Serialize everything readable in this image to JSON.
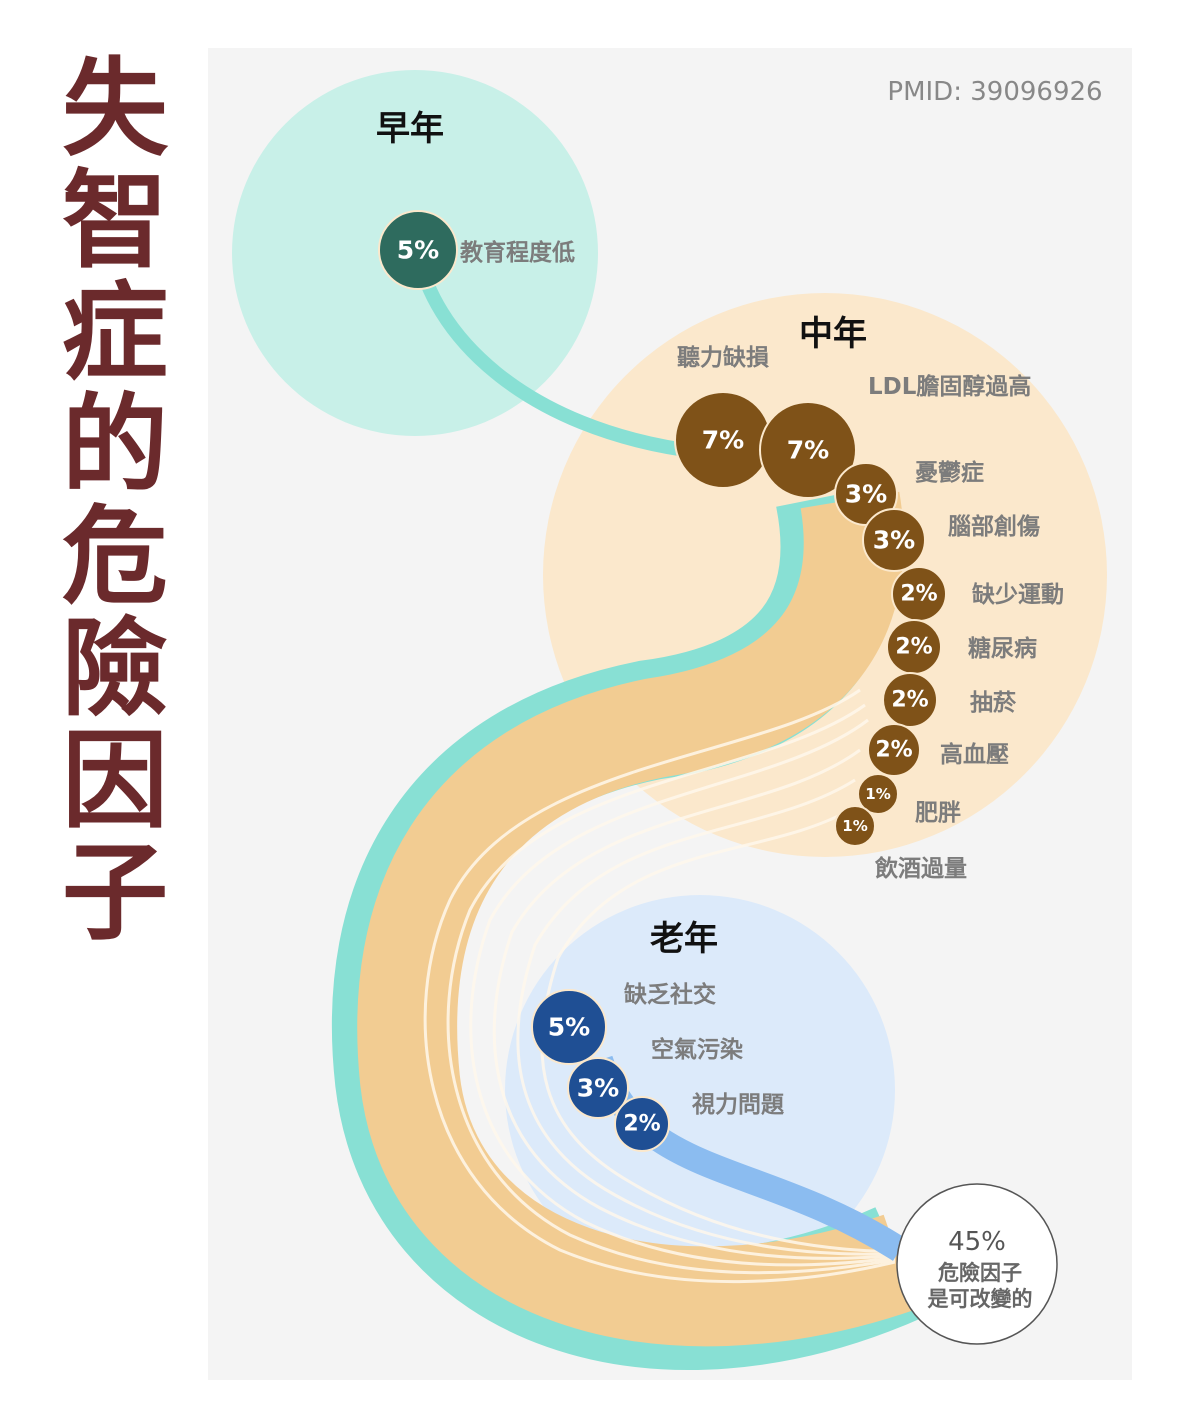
{
  "title": "失智症的危險因子",
  "pmid": "PMID: 39096926",
  "colors": {
    "title": "#6b2a2c",
    "early": "#2e6b5e",
    "mid": "#7f5218",
    "late": "#1f4f94",
    "teal": "#88e0d4",
    "orange": "#f2cc92",
    "blue": "#8bbcf0"
  },
  "stages": {
    "early": {
      "label": "早年",
      "factors": [
        {
          "pct": "5%",
          "name": "教育程度低"
        }
      ]
    },
    "mid": {
      "label": "中年",
      "factors": [
        {
          "pct": "7%",
          "name": "聽力缺損"
        },
        {
          "pct": "7%",
          "name": "LDL膽固醇過高"
        },
        {
          "pct": "3%",
          "name": "憂鬱症"
        },
        {
          "pct": "3%",
          "name": "腦部創傷"
        },
        {
          "pct": "2%",
          "name": "缺少運動"
        },
        {
          "pct": "2%",
          "name": "糖尿病"
        },
        {
          "pct": "2%",
          "name": "抽菸"
        },
        {
          "pct": "2%",
          "name": "高血壓"
        },
        {
          "pct": "1%",
          "name": "肥胖"
        },
        {
          "pct": "1%",
          "name": "飲酒過量"
        }
      ]
    },
    "late": {
      "label": "老年",
      "factors": [
        {
          "pct": "5%",
          "name": "缺乏社交"
        },
        {
          "pct": "3%",
          "name": "空氣污染"
        },
        {
          "pct": "2%",
          "name": "視力問題"
        }
      ]
    }
  },
  "summary": {
    "pct": "45%",
    "line1": "危險因子",
    "line2": "是可改變的"
  }
}
